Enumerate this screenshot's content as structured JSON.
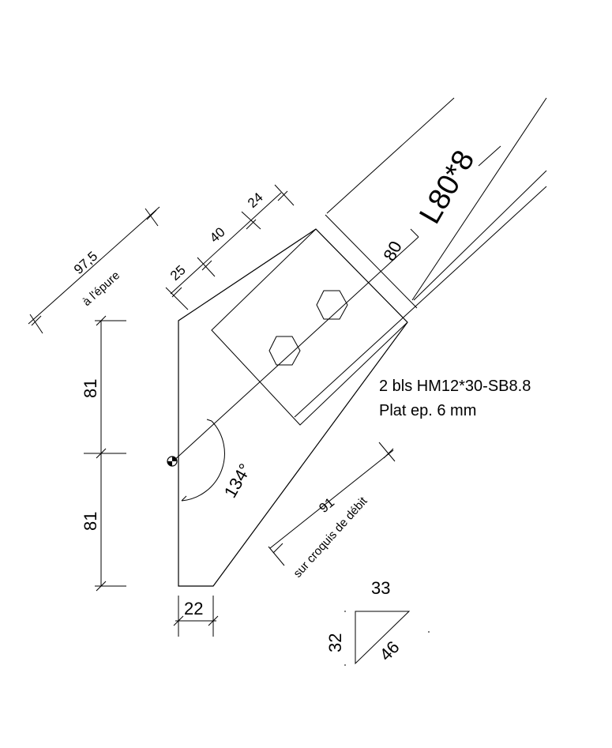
{
  "profile_label": "L80*8",
  "profile_width": "80",
  "notes": {
    "bolts": "2 bls HM12*30-SB8.8",
    "plate": "Plat ep. 6 mm"
  },
  "dimensions": {
    "total_97_5": "97,5",
    "total_97_5_note": "à l'épure",
    "edge_25": "25",
    "pitch_40": "40",
    "edge_24": "24",
    "upper_81": "81",
    "lower_81": "81",
    "base_22": "22",
    "angle": "134°",
    "cut_91": "91",
    "cut_91_note": "sur croquis de débit"
  },
  "triangle": {
    "top": "33",
    "side": "32",
    "hypotenuse": "46"
  }
}
